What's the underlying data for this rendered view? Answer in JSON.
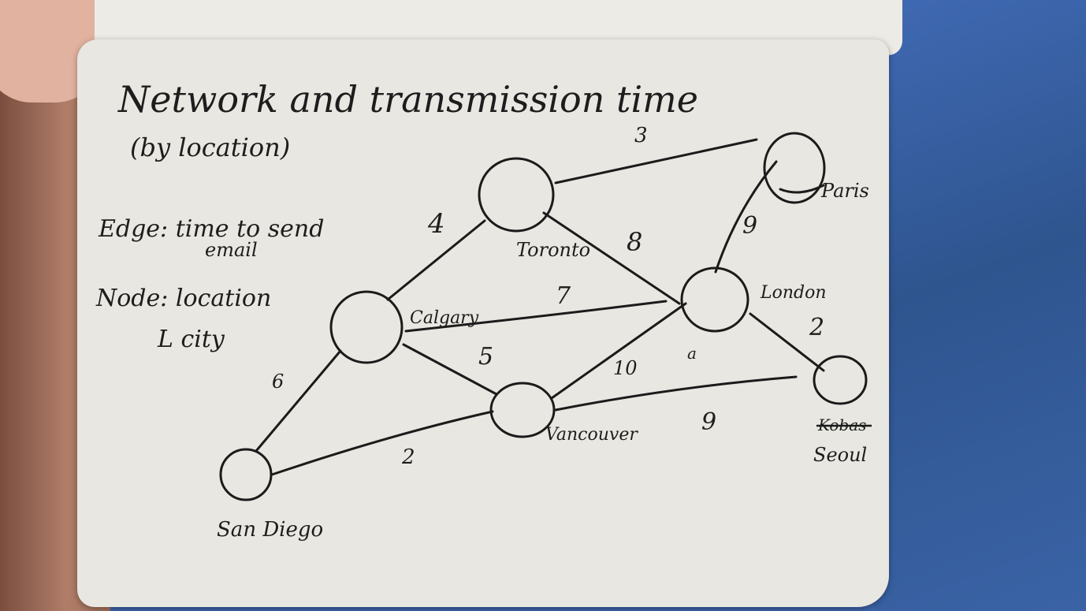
{
  "title": "Network and transmission time",
  "subtitle": "(by location)",
  "legend": {
    "edge_line1": "Edge: time to send",
    "edge_line2": "email",
    "node_line1": "Node: location",
    "node_line2": "L city"
  },
  "nodes": {
    "toronto": "Toronto",
    "paris": "Paris",
    "calgary": "Calgary",
    "london": "London",
    "vancouver": "Vancouver",
    "san_diego": "San Diego",
    "seoul_crossed": "Kobas",
    "seoul": "Seoul"
  },
  "edges": {
    "toronto_paris": "3",
    "calgary_toronto": "4",
    "toronto_london": "8",
    "paris_london": "9",
    "calgary_london": "7",
    "london_seoul": "2",
    "calgary_vancouver": "5",
    "vancouver_london": "10",
    "vancouver_seoul": "9",
    "calgary_sandiego": "6",
    "sandiego_vancouver": "2",
    "stray_mark": "a"
  }
}
